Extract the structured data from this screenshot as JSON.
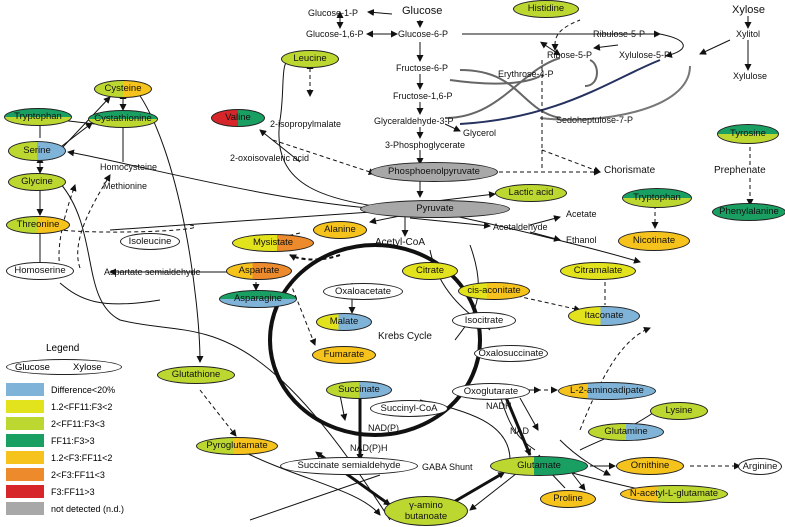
{
  "colors": {
    "blue": "#7fb3d8",
    "yellow": "#e3e31d",
    "lime": "#bdd731",
    "green": "#1a9f63",
    "gold": "#f6c21c",
    "orange": "#ec8a2c",
    "red": "#d7262a",
    "grey": "#a8a8a8",
    "white": "#ffffff"
  },
  "labels": {
    "glucose": "Glucose",
    "glucose_1p": "Glucose-1-P",
    "glucose_16p": "Glucose-1,6-P",
    "glucose_6p": "Glucose-6-P",
    "fructose_6p": "Fructose-6-P",
    "fructose_16p": "Fructose-1,6-P",
    "g3p": "Glyceraldehyde-3-P",
    "glycerol": "Glycerol",
    "phosphoglycerate": "3-Phosphoglycerate",
    "ribulose_5p": "Ribulose-5-P",
    "ribose_5p": "Ribose-5-P",
    "erythrose_4p": "Erythrose-4-P",
    "xylulose_5p": "Xylulose-5-P",
    "sedoheptulose_7p": "Sedoheptulose-7-P",
    "xylose": "Xylose",
    "xylitol": "Xylitol",
    "xylulose": "Xylulose",
    "chorismate": "Chorismate",
    "prephenate": "Prephenate",
    "isopropylmalate": "2-isopropylmalate",
    "oxoisovaleric": "2-oxoisovaleric acid",
    "homocysteine": "Homocysteine",
    "methionine": "Methionine",
    "acetaldehyde": "Acetaldehyde",
    "acetate": "Acetate",
    "ethanol": "Ethanol",
    "acetyl_coa": "Acetyl-CoA",
    "aspartate_semialdehyde": "Aspartate semialdehyde",
    "krebs_cycle": "Krebs Cycle",
    "nadh": "NADH",
    "nad": "NAD",
    "nadp": "NAD(P)",
    "nadph": "NAD(P)H",
    "gaba_shunt": "GABA Shunt"
  },
  "nodes": {
    "histidine": "Histidine",
    "leucine": "Leucine",
    "valine": "Valine",
    "cysteine": "Cysteine",
    "tryptophan_left": "Tryptophan",
    "cystathionine": "Cystathionine",
    "serine": "Serine",
    "glycine": "Glycine",
    "threonine": "Threonine",
    "homoserine": "Homoserine",
    "isoleucine": "Isoleucine",
    "pep": "Phosphoenolpyruvate",
    "pyruvate": "Pyruvate",
    "lactic_acid": "Lactic acid",
    "alanine": "Alanine",
    "mysistate": "Mysistate",
    "tyrosine": "Tyrosine",
    "tryptophan_right": "Tryptophan",
    "phenylalanine": "Phenylalanine",
    "nicotinate": "Nicotinate",
    "aspartate": "Aspartate",
    "asparagine": "Asparagine",
    "citrate": "Citrate",
    "oxaloacetate": "Oxaloacetate",
    "cis_aconitate": "cis-aconitate",
    "citramalate": "Citramalate",
    "malate": "Malate",
    "isocitrate": "Isocitrate",
    "itaconate": "Itaconate",
    "oxalosuccinate": "Oxalosuccinate",
    "fumarate": "Fumarate",
    "glutathione": "Glutathione",
    "succinate": "Succinate",
    "oxoglutarate": "Oxoglutarate",
    "l2_aminoadipate": "L-2-aminoadipate",
    "succinyl_coa": "Succinyl-CoA",
    "lysine": "Lysine",
    "glutamine": "Glutamine",
    "pyroglutamate": "Pyroglutamate",
    "succinate_semialdehyde": "Succinate semialdehyde",
    "glutamate": "Glutamate",
    "ornithine": "Ornithine",
    "arginine": "Arginine",
    "proline": "Proline",
    "n_acetyl_glutamate": "N-acetyl-L-glutamate",
    "gaba": [
      "γ-amino",
      "butanoate"
    ]
  },
  "legend": {
    "title": "Legend",
    "glucose": "Glucose",
    "xylose": "Xylose",
    "rows": [
      {
        "color": "#7fb3d8",
        "text": "Difference<20%"
      },
      {
        "color": "#e3e31d",
        "text": "1.2<FF11:F3<2"
      },
      {
        "color": "#bdd731",
        "text": "2<FF11:F3<3"
      },
      {
        "color": "#1a9f63",
        "text": "FF11:F3>3"
      },
      {
        "color": "#f6c21c",
        "text": "1.2<F3:FF11<2"
      },
      {
        "color": "#ec8a2c",
        "text": "2<F3:FF11<3"
      },
      {
        "color": "#d7262a",
        "text": "F3:FF11>3"
      },
      {
        "color": "#a8a8a8",
        "text": "not detected (n.d.)"
      }
    ]
  }
}
